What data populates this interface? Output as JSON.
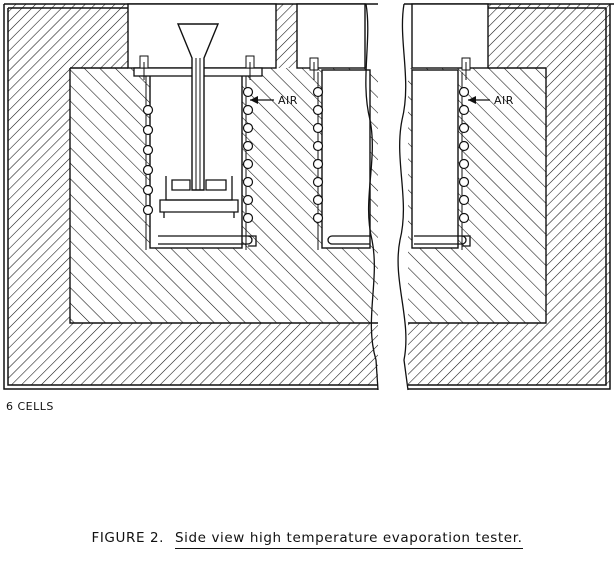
{
  "diagram": {
    "labels": {
      "air_left": "AIR",
      "air_right": "AIR",
      "cells_note": "6 CELLS"
    }
  },
  "caption": {
    "figure_number": "FIGURE 2.",
    "text": "Side view high temperature evaporation tester."
  },
  "colors": {
    "ink": "#111111",
    "paper": "#ffffff"
  }
}
